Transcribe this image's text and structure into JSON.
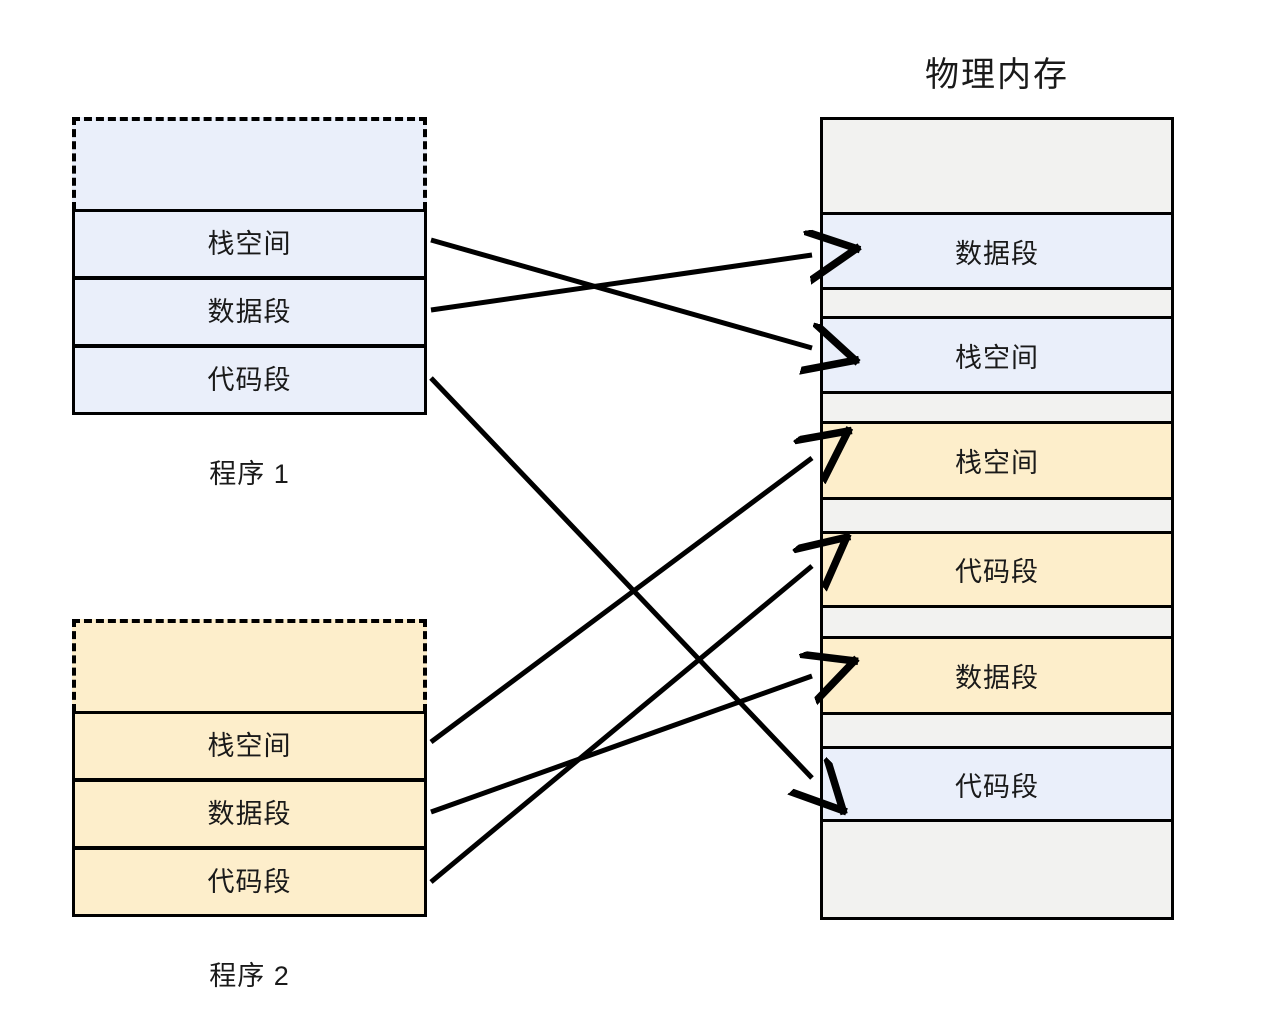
{
  "diagram": {
    "title": "物理内存",
    "colors": {
      "program1": "#eaeffa",
      "program2": "#fdeecb",
      "free": "#f2f2f0",
      "border": "#000000",
      "text": "#1a1a1a"
    }
  },
  "programs": [
    {
      "id": "program-1",
      "label": "程序 1",
      "color_key": "program1",
      "virtual_space_label": "",
      "segments": [
        {
          "label": "栈空间"
        },
        {
          "label": "数据段"
        },
        {
          "label": "代码段"
        }
      ]
    },
    {
      "id": "program-2",
      "label": "程序 2",
      "color_key": "program2",
      "virtual_space_label": "",
      "segments": [
        {
          "label": "栈空间"
        },
        {
          "label": "数据段"
        },
        {
          "label": "代码段"
        }
      ]
    }
  ],
  "physical_memory": {
    "title": "物理内存",
    "blocks": [
      {
        "label": "",
        "kind": "free",
        "owner": ""
      },
      {
        "label": "数据段",
        "kind": "program1",
        "owner": "程序 1"
      },
      {
        "label": "",
        "kind": "free",
        "owner": ""
      },
      {
        "label": "栈空间",
        "kind": "program1",
        "owner": "程序 1"
      },
      {
        "label": "",
        "kind": "free",
        "owner": ""
      },
      {
        "label": "栈空间",
        "kind": "program2",
        "owner": "程序 2"
      },
      {
        "label": "",
        "kind": "free",
        "owner": ""
      },
      {
        "label": "代码段",
        "kind": "program2",
        "owner": "程序 2"
      },
      {
        "label": "",
        "kind": "free",
        "owner": ""
      },
      {
        "label": "数据段",
        "kind": "program2",
        "owner": "程序 2"
      },
      {
        "label": "",
        "kind": "free",
        "owner": ""
      },
      {
        "label": "代码段",
        "kind": "program1",
        "owner": "程序 1"
      },
      {
        "label": "",
        "kind": "free",
        "owner": ""
      }
    ]
  },
  "mappings": [
    {
      "from": "程序 1 / 栈空间",
      "to": "物理内存 / 栈空间"
    },
    {
      "from": "程序 1 / 数据段",
      "to": "物理内存 / 数据段"
    },
    {
      "from": "程序 1 / 代码段",
      "to": "物理内存 / 代码段"
    },
    {
      "from": "程序 2 / 栈空间",
      "to": "物理内存 / 栈空间"
    },
    {
      "from": "程序 2 / 数据段",
      "to": "物理内存 / 数据段"
    },
    {
      "from": "程序 2 / 代码段",
      "to": "物理内存 / 代码段"
    }
  ]
}
